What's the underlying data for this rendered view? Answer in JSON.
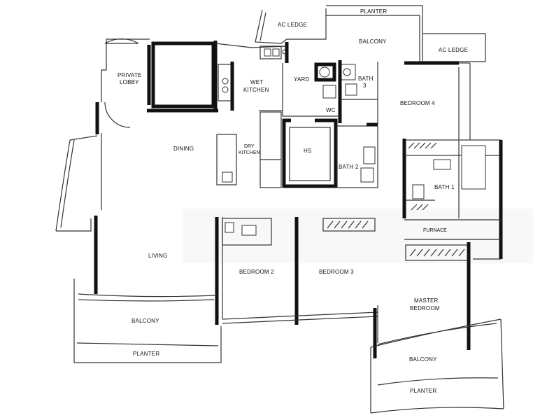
{
  "rooms": {
    "ac_ledge_top": "AC LEDGE",
    "planter_top": "PLANTER",
    "balcony_top": "BALCONY",
    "ac_ledge_right": "AC LEDGE",
    "private_lobby_1": "PRIVATE",
    "private_lobby_2": "LOBBY",
    "wet_kitchen_1": "WET",
    "wet_kitchen_2": "KITCHEN",
    "yard": "YARD",
    "bath3_1": "BATH",
    "bath3_2": "3",
    "wc": "WC",
    "bedroom4": "BEDROOM 4",
    "dining": "DINING",
    "dry_kitchen_1": "DRY",
    "dry_kitchen_2": "KITCHEN",
    "hs": "HS",
    "bath2": "BATH 2",
    "bath1": "BATH 1",
    "living": "LIVING",
    "furnace": "FURNACE",
    "bedroom2": "BEDROOM 2",
    "bedroom3": "BEDROOM 3",
    "master_1": "MASTER",
    "master_2": "BEDROOM",
    "balcony_living": "BALCONY",
    "planter_living": "PLANTER",
    "balcony_master": "BALCONY",
    "planter_master": "PLANTER"
  }
}
